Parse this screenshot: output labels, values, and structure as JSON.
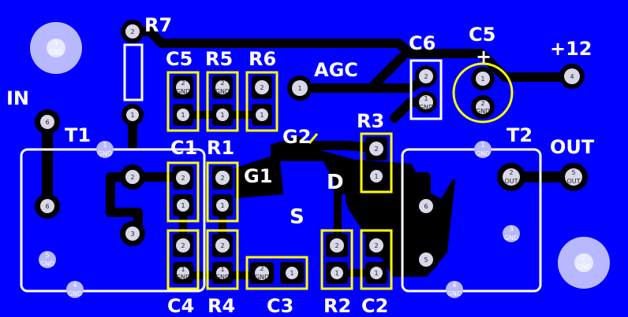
{
  "board": {
    "background": "#0000ff",
    "copper": "#000000",
    "silkscreen": "#ffff00",
    "label_color": "#ffffff"
  },
  "labels": {
    "IN": "IN",
    "T1": "T1",
    "T2": "T2",
    "OUT": "OUT",
    "R7": "R7",
    "C5a": "C5",
    "R5": "R5",
    "R6": "R6",
    "AGC": "AGC",
    "C6": "C6",
    "C5b": "C5",
    "plus": "+",
    "V12": "+12",
    "R3": "R3",
    "G2": "G2",
    "C1": "C1",
    "R1": "R1",
    "G1": "G1",
    "D": "D",
    "S": "S",
    "C4": "C4",
    "R4": "R4",
    "C3": "C3",
    "R2": "R2",
    "C2": "C2"
  },
  "pads": {
    "n1": "1",
    "n2": "2",
    "n3": "3",
    "n4": "4",
    "n5": "5",
    "n6": "6",
    "gnd": "GND",
    "out": "OUT"
  }
}
